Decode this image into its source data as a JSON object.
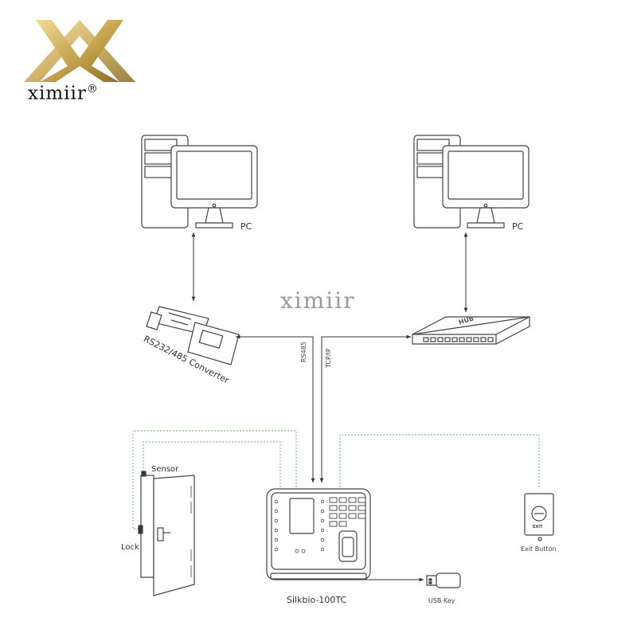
{
  "brand": {
    "name": "ximiir",
    "registered_mark": "®",
    "watermark": "ximiir",
    "gold_light": "#e2c87a",
    "gold_dark": "#a98a3a"
  },
  "labels": {
    "pc_left": "PC",
    "pc_right": "PC",
    "converter": "RS232/485 Converter",
    "hub_text": "HUB",
    "rs485": "RS485",
    "tcpip": "TCP/IP",
    "sensor": "Sensor",
    "lock": "Lock",
    "device": "Silkbio-100TC",
    "usb_key": "USB Key",
    "exit_button": "Exit Button",
    "exit_plate_text": "EXIT"
  },
  "colors": {
    "line": "#333333",
    "dashed_wire": "#5bb85b",
    "outline": "#444444"
  }
}
